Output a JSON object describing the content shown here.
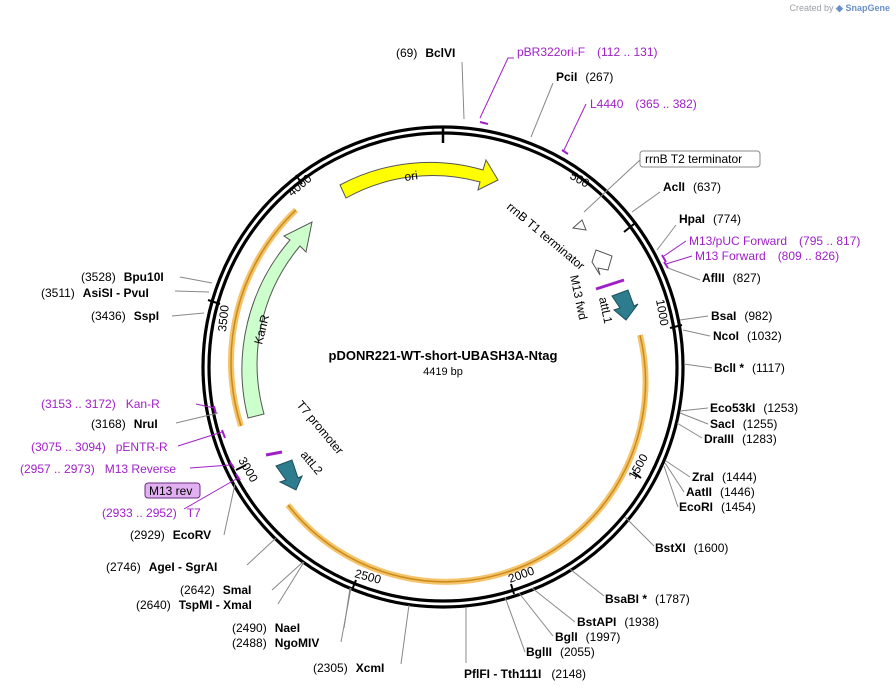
{
  "branding": {
    "created_by": "Created by",
    "product": "SnapGene"
  },
  "plasmid": {
    "name": "pDONR221-WT-short-UBASH3A-Ntag",
    "length_label": "4419 bp"
  },
  "ticks": [
    "500",
    "1000",
    "1500",
    "2000",
    "2500",
    "3000",
    "3500",
    "4000"
  ],
  "features": {
    "ori": "ori",
    "kanr": "KanR",
    "rrnb_t1": "rrnB T1 terminator",
    "rrnb_t2": "rrnB T2 terminator",
    "m13fwd": "M13 fwd",
    "attl1": "attL1",
    "t7promoter": "T7 promoter",
    "attl2": "attL2",
    "m13rev": "M13 rev"
  },
  "sites": [
    {
      "name": "BclVI",
      "pos": "(69)"
    },
    {
      "name": "PciI",
      "pos": "(267)"
    },
    {
      "name": "AclI",
      "pos": "(637)"
    },
    {
      "name": "HpaI",
      "pos": "(774)"
    },
    {
      "name": "AflII",
      "pos": "(827)"
    },
    {
      "name": "BsaI",
      "pos": "(982)"
    },
    {
      "name": "NcoI",
      "pos": "(1032)"
    },
    {
      "name": "BclI *",
      "pos": "(1117)"
    },
    {
      "name": "Eco53kI",
      "pos": "(1253)"
    },
    {
      "name": "SacI",
      "pos": "(1255)"
    },
    {
      "name": "DraIII",
      "pos": "(1283)"
    },
    {
      "name": "ZraI",
      "pos": "(1444)"
    },
    {
      "name": "AatII",
      "pos": "(1446)"
    },
    {
      "name": "EcoRI",
      "pos": "(1454)"
    },
    {
      "name": "BstXI",
      "pos": "(1600)"
    },
    {
      "name": "BsaBI *",
      "pos": "(1787)"
    },
    {
      "name": "BstAPI",
      "pos": "(1938)"
    },
    {
      "name": "BglI",
      "pos": "(1997)"
    },
    {
      "name": "BglII",
      "pos": "(2055)"
    },
    {
      "name": "PflFI - Tth111I",
      "pos": "(2148)"
    },
    {
      "name": "XcmI",
      "pos": "(2305)"
    },
    {
      "name": "NaeI",
      "pos": "(2490)"
    },
    {
      "name": "NgoMIV",
      "pos": "(2488)"
    },
    {
      "name": "SmaI",
      "pos": "(2642)"
    },
    {
      "name": "TspMI - XmaI",
      "pos": "(2640)"
    },
    {
      "name": "AgeI - SgrAI",
      "pos": "(2746)"
    },
    {
      "name": "EcoRV",
      "pos": "(2929)"
    },
    {
      "name": "NruI",
      "pos": "(3168)"
    },
    {
      "name": "SspI",
      "pos": "(3436)"
    },
    {
      "name": "AsiSI - PvuI",
      "pos": "(3511)"
    },
    {
      "name": "Bpu10I",
      "pos": "(3528)"
    }
  ],
  "primers": [
    {
      "name": "pBR322ori-F",
      "range": "(112 .. 131)"
    },
    {
      "name": "L4440",
      "range": "(365 .. 382)"
    },
    {
      "name": "M13/pUC Forward",
      "range": "(795 .. 817)"
    },
    {
      "name": "M13 Forward",
      "range": "(809 .. 826)"
    },
    {
      "name": "Kan-R",
      "range": "(3153 .. 3172)"
    },
    {
      "name": "pENTR-R",
      "range": "(3075 .. 3094)"
    },
    {
      "name": "M13 Reverse",
      "range": "(2957 .. 2973)"
    },
    {
      "name": "T7",
      "range": "(2933 .. 2952)"
    }
  ],
  "colors": {
    "ori": "#ffff00",
    "kanr": "#ccffcc",
    "att": "#2e7d8f",
    "orange": "#f5a623",
    "primer": "#a020c8",
    "m13rev_box": "#e0b0f0"
  }
}
